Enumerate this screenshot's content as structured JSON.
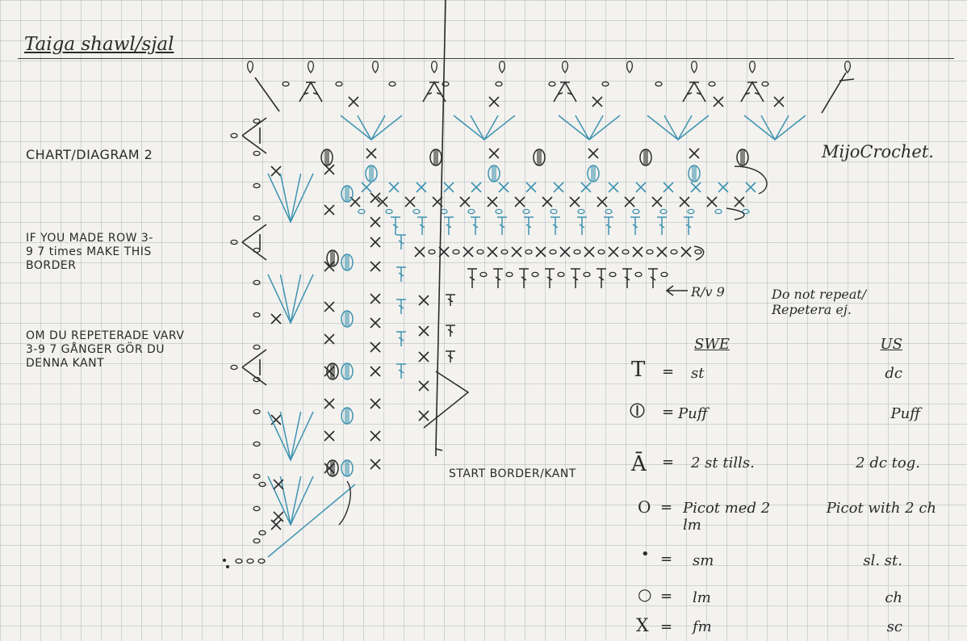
{
  "title": "Taiga shawl/sjal",
  "chart_label": "CHART/DIAGRAM 2",
  "note_en": "IF YOU MADE ROW 3-9 7 times MAKE THIS BORDER",
  "note_sv": "OM DU REPETERADE VARV 3-9 7 GÅNGER GÖR DU DENNA KANT",
  "signature": "MijoCrochet.",
  "start_border": "START BORDER/KANT",
  "row_label": "R/v 9",
  "no_repeat": "Do not repeat/ Repetera ej.",
  "legend": {
    "header_swe": "SWE",
    "header_us": "US",
    "items": [
      {
        "symbol": "T",
        "icon": "double-crochet-symbol",
        "swe": "st",
        "us": "dc"
      },
      {
        "symbol": "⦶",
        "icon": "puff-stitch-symbol",
        "swe": "Puff",
        "us": "Puff"
      },
      {
        "symbol": "Ā",
        "icon": "dc-together-symbol",
        "swe": "2 st tills.",
        "us": "2 dc tog."
      },
      {
        "symbol": "O",
        "icon": "picot-symbol",
        "swe": "Picot med 2 lm",
        "us": "Picot with 2 ch"
      },
      {
        "symbol": "•",
        "icon": "slip-stitch-symbol",
        "swe": "sm",
        "us": "sl. st."
      },
      {
        "symbol": "○",
        "icon": "chain-symbol",
        "swe": "lm",
        "us": "ch"
      },
      {
        "symbol": "X",
        "icon": "single-crochet-symbol",
        "swe": "fm",
        "us": "sc"
      }
    ]
  },
  "colors": {
    "ink": "#2a2a2a",
    "teal": "#3f93b0",
    "paper": "#f3f2ef",
    "grid": "#b7bcc0"
  }
}
